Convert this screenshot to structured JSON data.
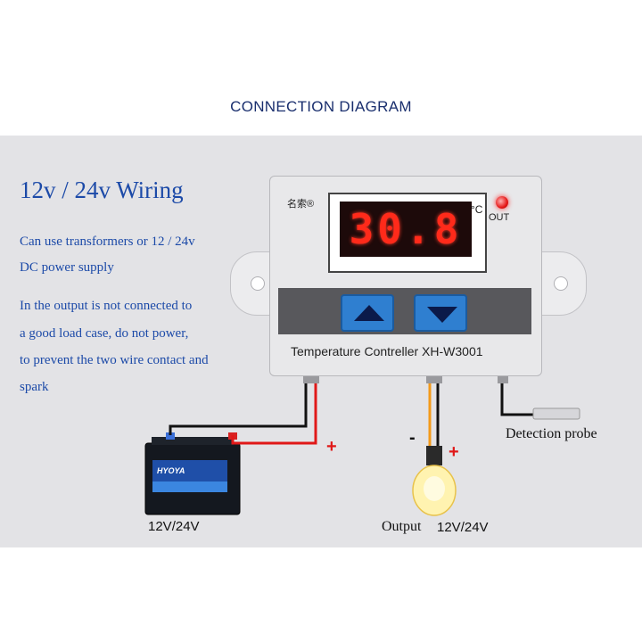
{
  "title": "CONNECTION DIAGRAM",
  "wiring": {
    "heading": "12v / 24v Wiring",
    "notes": [
      "Can use transformers or 12 / 24v",
      "DC power supply",
      "In the output is not connected to",
      "a good load case, do not power,",
      "to prevent the two wire contact and",
      "spark"
    ]
  },
  "device": {
    "brand": "名索®",
    "display_value": "30.8",
    "unit": "°C",
    "out_label": "OUT",
    "model_text": "Temperature Contreller  XH-W3001"
  },
  "connections": {
    "battery_label": "12V/24V",
    "battery_brand": "HYOYA",
    "output_label": "Output",
    "output_voltage": "12V/24V",
    "probe_label": "Detection probe",
    "minus": "-",
    "plus": "+"
  },
  "colors": {
    "heading_blue": "#1c4aa8",
    "title_navy": "#1a2f6e",
    "led_red": "#ff2a1a",
    "button_blue": "#2f7fd0",
    "panel_gray": "#e3e3e6"
  }
}
